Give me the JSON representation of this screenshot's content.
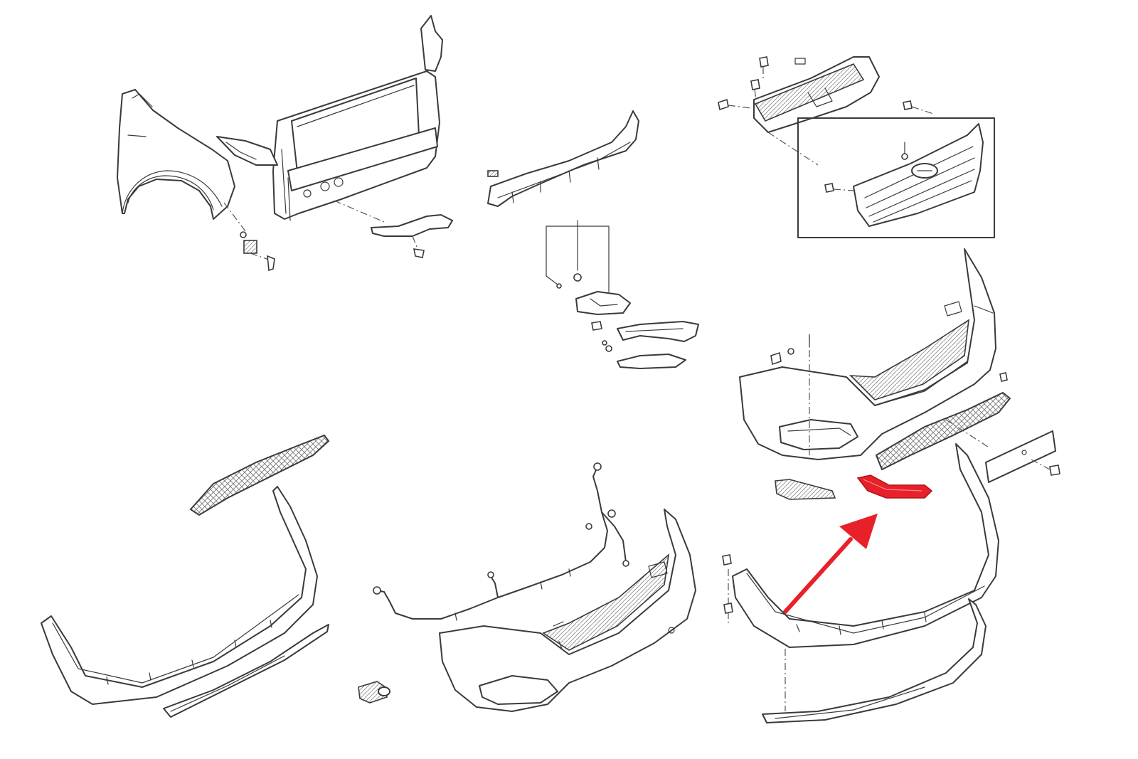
{
  "diagram": {
    "highlight_color": "#e8202a",
    "line_color": "#3a3a3a",
    "background": "#ffffff",
    "parts": [
      {
        "id": "fender",
        "icon": "front-fender"
      },
      {
        "id": "radiator-support",
        "icon": "radiator-support-carrier"
      },
      {
        "id": "bumper-absorber",
        "icon": "bumper-energy-absorber"
      },
      {
        "id": "upper-cover",
        "icon": "radiator-upper-cover"
      },
      {
        "id": "grille",
        "icon": "radiator-grille"
      },
      {
        "id": "fog-lamp-assembly",
        "icon": "fog-lamp"
      },
      {
        "id": "front-bumper-cover",
        "icon": "front-bumper-cover"
      },
      {
        "id": "lower-grille",
        "icon": "lower-grille"
      },
      {
        "id": "license-bracket",
        "icon": "license-plate-bracket"
      },
      {
        "id": "bumper-reflector-strip",
        "icon": "red-highlighted-trim",
        "highlighted": true
      },
      {
        "id": "lower-lip",
        "icon": "bumper-lower-lip"
      },
      {
        "id": "wiring-harness",
        "icon": "parking-sensor-harness"
      },
      {
        "id": "parking-sensor",
        "icon": "parking-sensor"
      }
    ]
  }
}
